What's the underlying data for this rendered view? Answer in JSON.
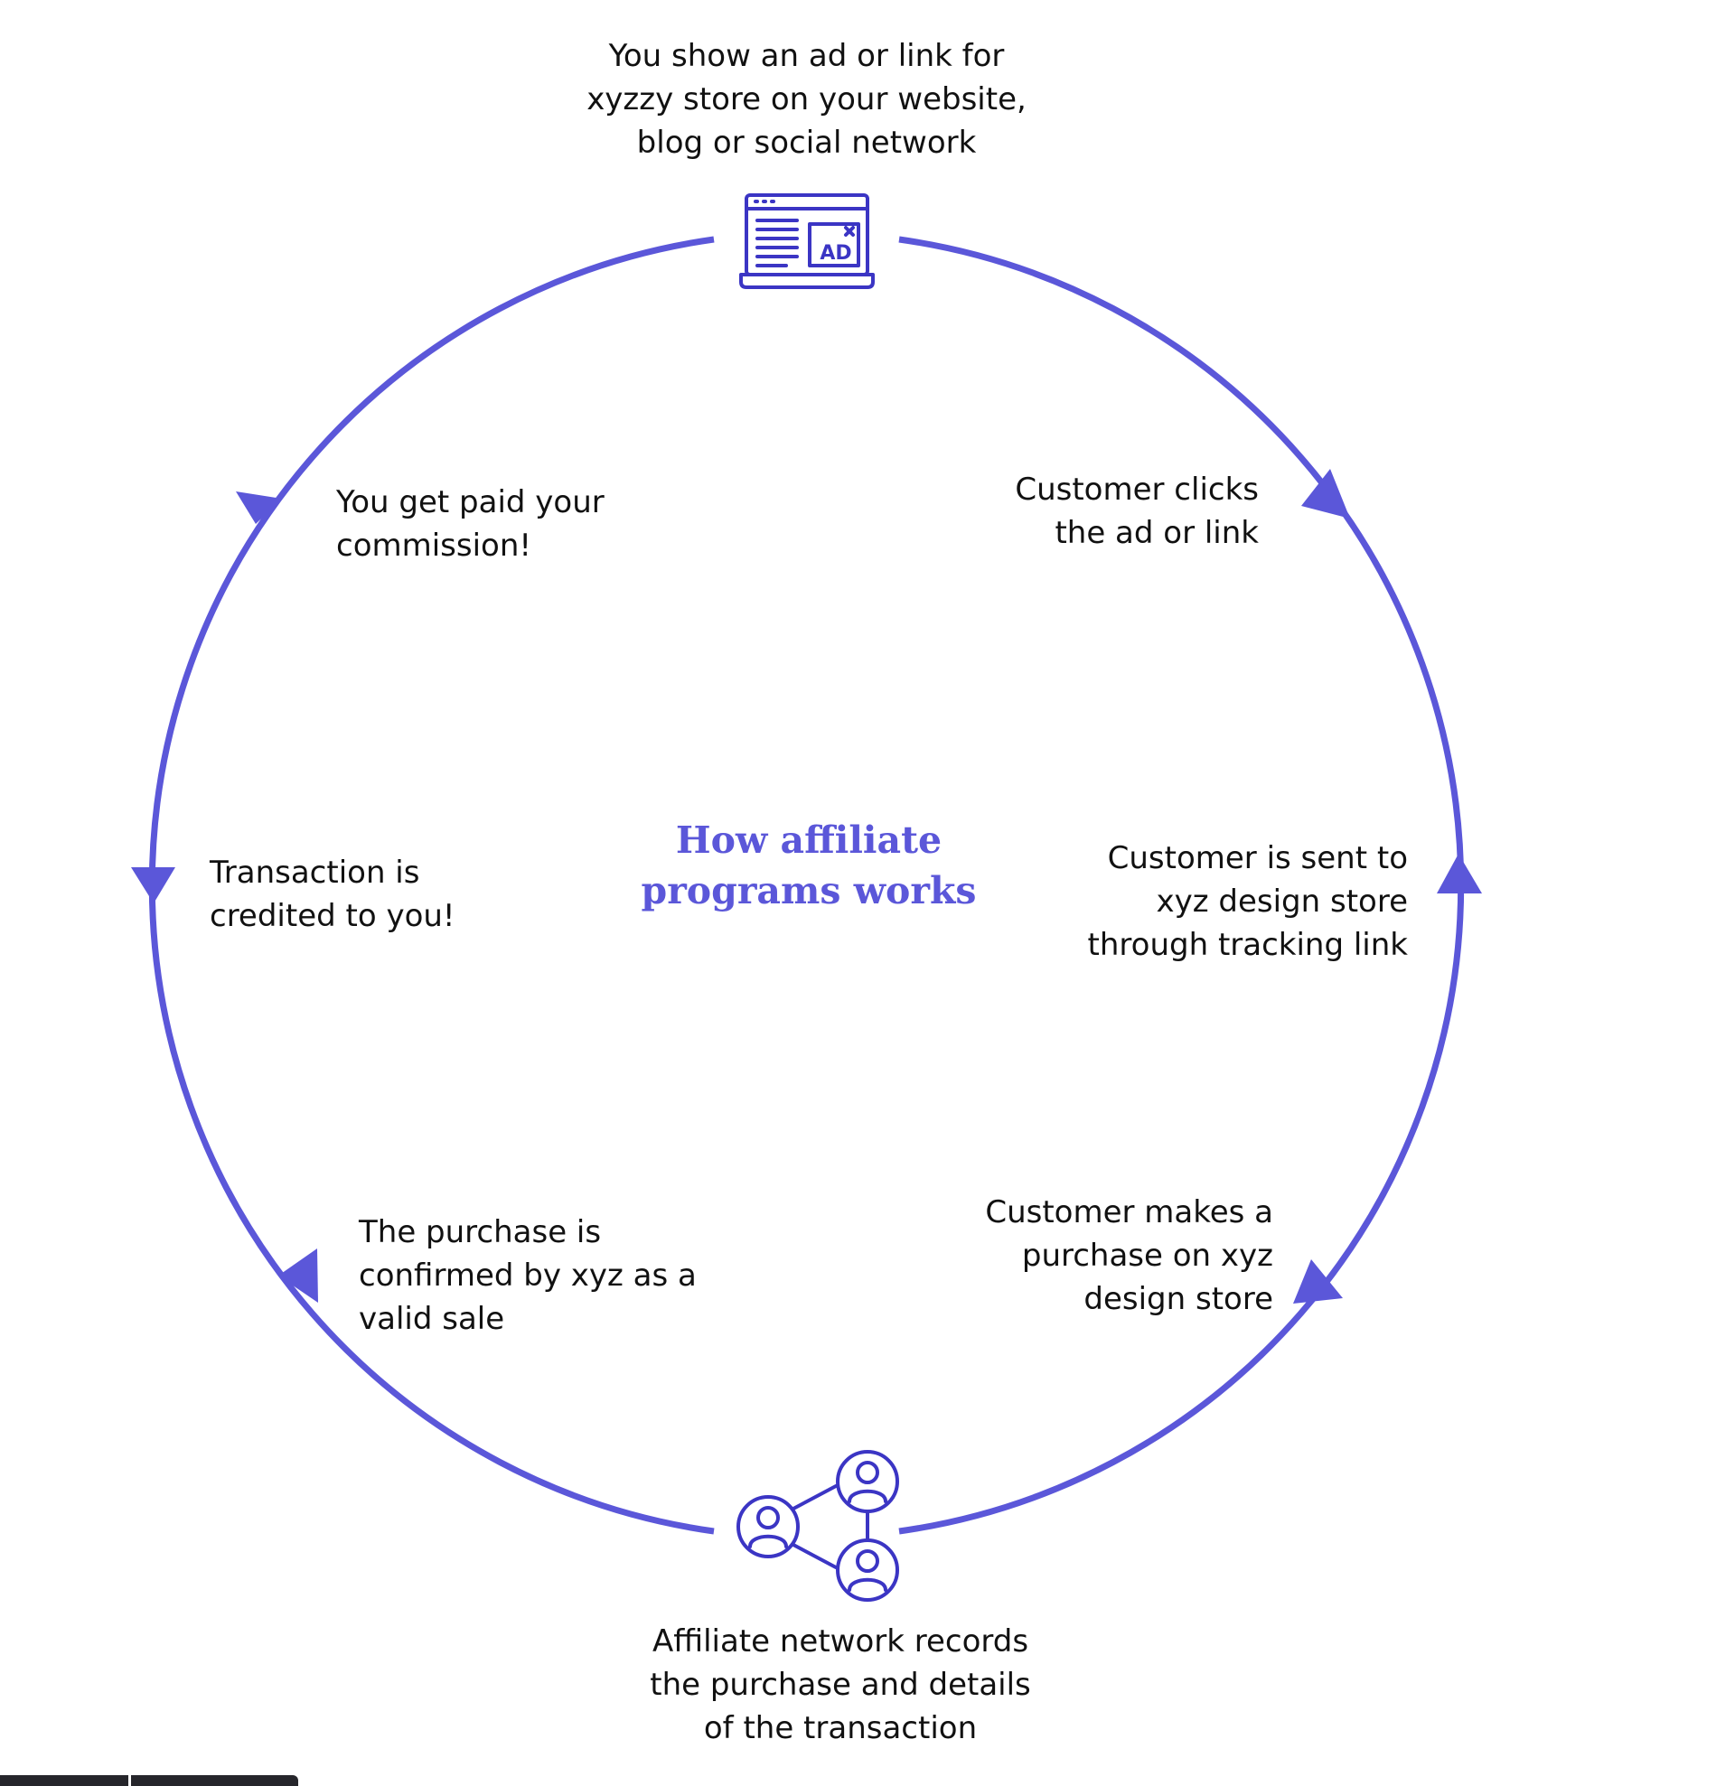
{
  "diagram": {
    "title": {
      "line1": "How affiliate",
      "line2": "programs works"
    },
    "accent_color": "#5b57d9",
    "steps": [
      {
        "id": "show-ad",
        "lines": [
          "You show an ad or link for",
          "xyzzy store on your website,",
          "blog or social network"
        ],
        "icon": "ad-monitor-icon"
      },
      {
        "id": "customer-clicks",
        "lines": [
          "Customer clicks",
          "the ad or link"
        ]
      },
      {
        "id": "customer-sent",
        "lines": [
          "Customer is sent to",
          "xyz design store",
          "through tracking link"
        ]
      },
      {
        "id": "customer-purchase",
        "lines": [
          "Customer makes a",
          "purchase on xyz",
          "design store"
        ]
      },
      {
        "id": "network-records",
        "lines": [
          "Affiliate network records",
          "the purchase and details",
          "of the transaction"
        ],
        "icon": "user-network-icon"
      },
      {
        "id": "purchase-confirmed",
        "lines": [
          "The purchase is",
          "confirmed by xyz as a",
          "valid sale"
        ]
      },
      {
        "id": "transaction-credited",
        "lines": [
          "Transaction is",
          "credited to you!"
        ]
      },
      {
        "id": "get-paid",
        "lines": [
          "You get paid your",
          "commission!"
        ]
      }
    ]
  }
}
